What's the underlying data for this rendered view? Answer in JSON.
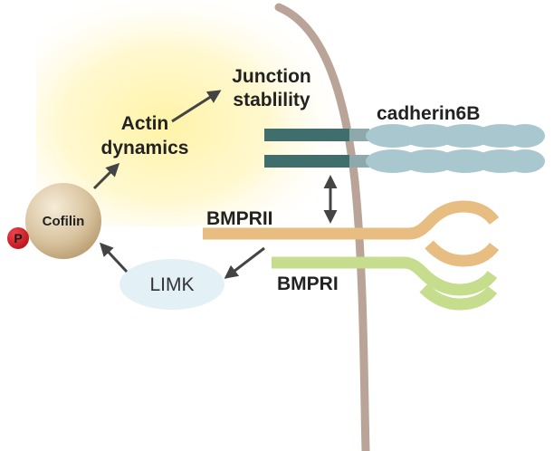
{
  "labels": {
    "junction_line1": "Junction",
    "junction_line2": "stablility",
    "actin_line1": "Actin",
    "actin_line2": "dynamics",
    "cadherin": "cadherin6B",
    "cofilin": "Cofilin",
    "phospho": "P",
    "bmprii": "BMPRII",
    "bmpri": "BMPRI",
    "limk": "LIMK"
  },
  "colors": {
    "membrane": "#b9a497",
    "cadherin_stalk": "#3f6e6c",
    "cadherin_domain": "#a9c7ce",
    "bmprii": "#e8bd82",
    "bmpri": "#c5dd8d",
    "limk_fill": "#e3f1f6",
    "cofilin_fill": "#d6c2a0",
    "phospho_fill": "#d8202a",
    "arrow": "#444444",
    "glow": "#fff6b8"
  }
}
